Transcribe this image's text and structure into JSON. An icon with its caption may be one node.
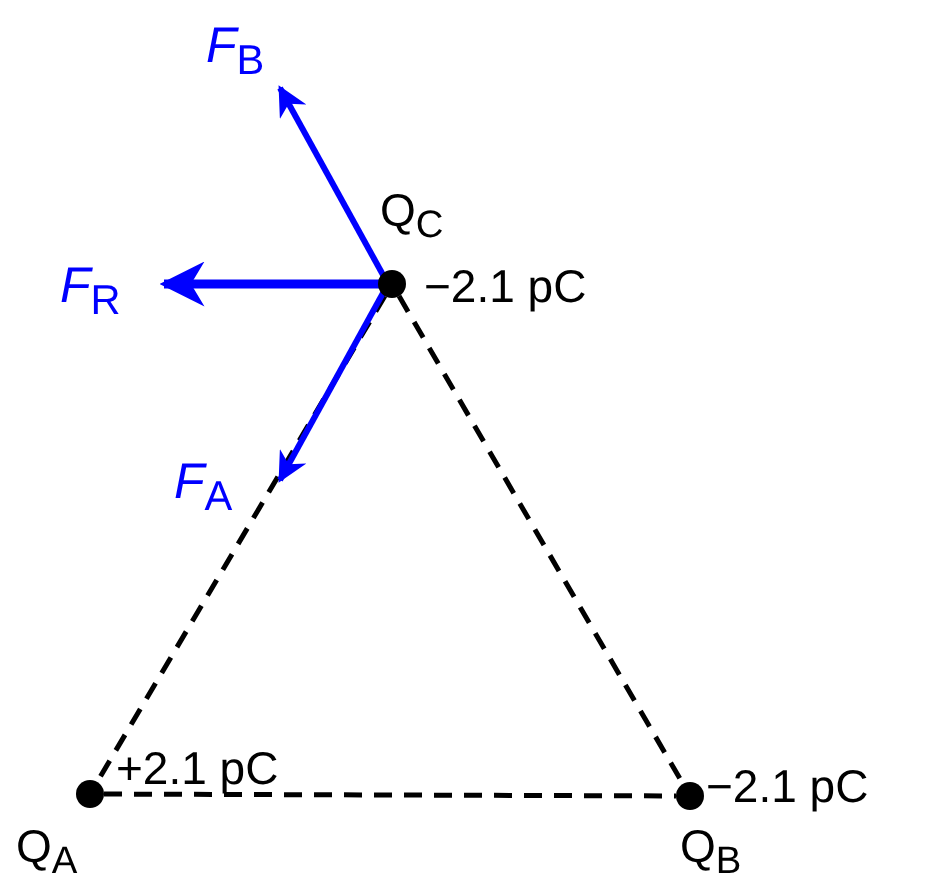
{
  "diagram": {
    "nodes": [
      {
        "text": [],
        "shape": "circle",
        "beside": [
          "Q$_{C}$",
          "−2.1 pC"
        ]
      },
      {
        "text": [],
        "shape": "circle",
        "beside": [
          "+2.1 pC",
          "Q$_{A}$"
        ]
      },
      {
        "text": [],
        "shape": "circle",
        "beside": [
          "−2.1 pC",
          "Q$_{B}$"
        ]
      }
    ],
    "edges": [
      {
        "from": 0,
        "to": 2,
        "arrow": "none",
        "style": "dashed"
      },
      {
        "from": 1,
        "to": 2,
        "arrow": "none",
        "style": "dashed"
      },
      {
        "from": 0,
        "to": 1,
        "arrow": "none",
        "style": "dashed"
      }
    ],
    "labels": [
      "*F*$_{B}$",
      "*F*$_{R}$",
      "*F*$_{A}$"
    ]
  }
}
